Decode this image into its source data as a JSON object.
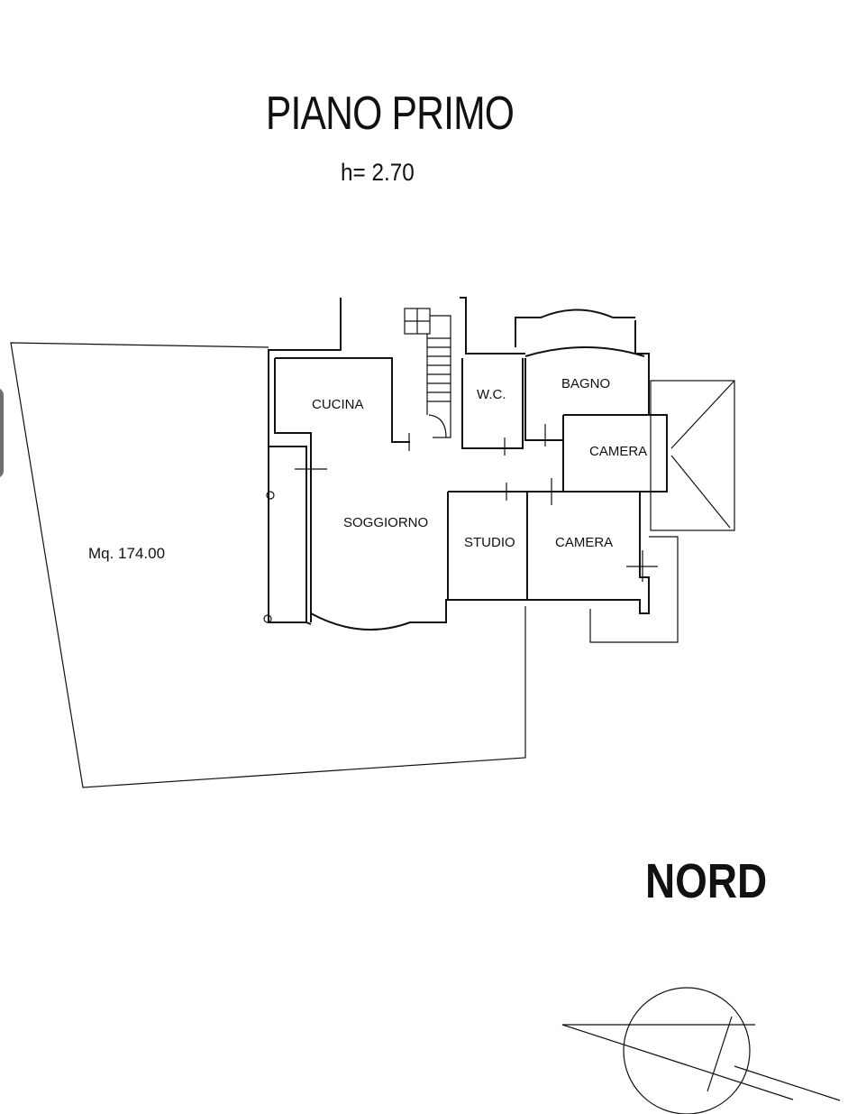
{
  "title": "PIANO PRIMO",
  "height_label": "h= 2.70",
  "area_label": "Mq. 174.00",
  "north_label": "NORD",
  "rooms": {
    "cucina": "CUCINA",
    "soggiorno": "SOGGIORNO",
    "wc": "W.C.",
    "bagno": "BAGNO",
    "camera_1": "CAMERA",
    "studio": "STUDIO",
    "camera_2": "CAMERA"
  }
}
